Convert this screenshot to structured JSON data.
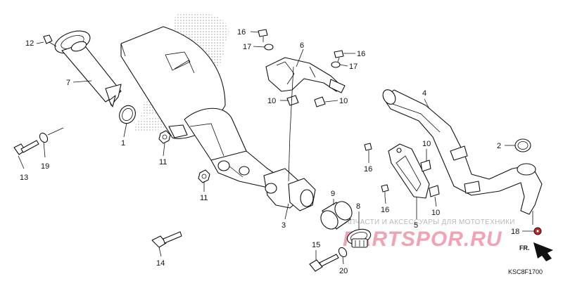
{
  "diagram": {
    "watermark_line": "ЗАПЧАСТИ И АКСЕССУАРЫ ДЛЯ МОТОТЕХНИКИ",
    "watermark_logo": "PARTSPOR.RU",
    "diagram_code": "KSC8F1700",
    "direction_label": "FR.",
    "callouts": [
      {
        "id": "c12",
        "label": "12"
      },
      {
        "id": "c7",
        "label": "7"
      },
      {
        "id": "c1",
        "label": "1"
      },
      {
        "id": "c13",
        "label": "13"
      },
      {
        "id": "c19",
        "label": "19"
      },
      {
        "id": "c11a",
        "label": "11"
      },
      {
        "id": "c11b",
        "label": "11"
      },
      {
        "id": "c16a",
        "label": "16"
      },
      {
        "id": "c17a",
        "label": "17"
      },
      {
        "id": "c6",
        "label": "6"
      },
      {
        "id": "c16b",
        "label": "16"
      },
      {
        "id": "c17b",
        "label": "17"
      },
      {
        "id": "c10a",
        "label": "10"
      },
      {
        "id": "c10b",
        "label": "10"
      },
      {
        "id": "c4",
        "label": "4"
      },
      {
        "id": "c2",
        "label": "2"
      },
      {
        "id": "c16c",
        "label": "16"
      },
      {
        "id": "c10c",
        "label": "10"
      },
      {
        "id": "c16d",
        "label": "16"
      },
      {
        "id": "c5",
        "label": "5"
      },
      {
        "id": "c10d",
        "label": "10"
      },
      {
        "id": "c9",
        "label": "9"
      },
      {
        "id": "c8",
        "label": "8"
      },
      {
        "id": "c3",
        "label": "3"
      },
      {
        "id": "c14",
        "label": "14"
      },
      {
        "id": "c15",
        "label": "15"
      },
      {
        "id": "c20",
        "label": "20"
      },
      {
        "id": "c18",
        "label": "18"
      }
    ]
  }
}
